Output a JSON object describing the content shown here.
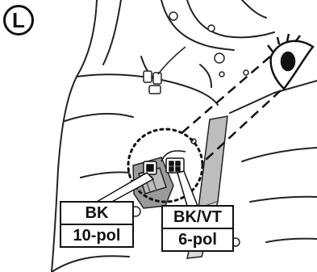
{
  "side_badge": "L",
  "connectors": [
    {
      "color_code": "BK",
      "pins": "10-pol"
    },
    {
      "color_code": "BK/VT",
      "pins": "6-pol"
    }
  ],
  "icons": [
    "eye-icon"
  ]
}
